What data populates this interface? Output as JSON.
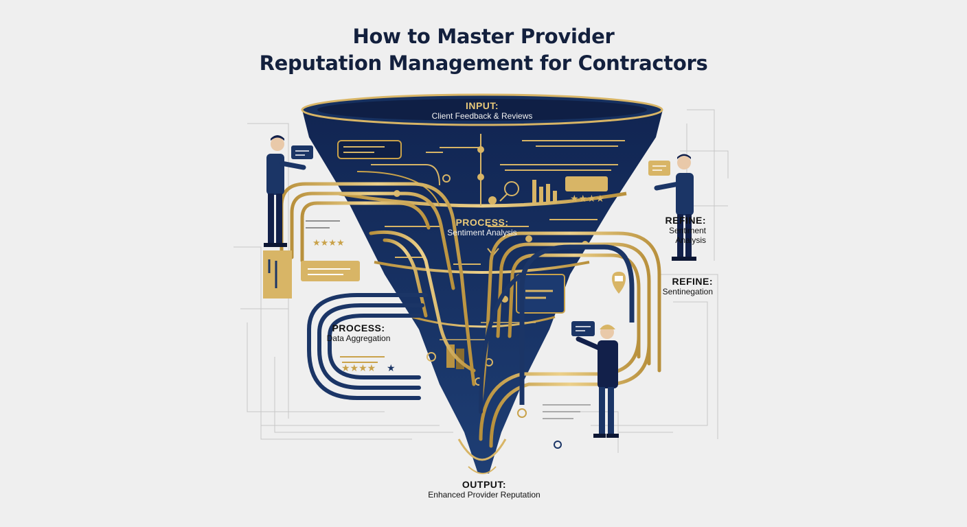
{
  "title": {
    "line1": "How to Master Provider",
    "line2": "Reputation Management for Contractors"
  },
  "stages": {
    "input": {
      "heading": "INPUT:",
      "text": "Client Feedback & Reviews"
    },
    "process1": {
      "heading": "PROCESS:",
      "text": "Sentiment Analysis"
    },
    "process2": {
      "heading": "PROCESS:",
      "text": "Data Aggregation"
    },
    "refine1": {
      "heading": "REFINE:",
      "text": "Sentiment Analysis"
    },
    "refine2": {
      "heading": "REFINE:",
      "text": "Sentinegation"
    },
    "output": {
      "heading": "OUTPUT:",
      "text": "Enhanced Provider Reputation"
    }
  },
  "colors": {
    "navy": "#1b3566",
    "navy_dark": "#0f1f45",
    "gold": "#c9a24a",
    "gold_light": "#e3c57c",
    "background": "#efefef"
  },
  "icons": [
    "person-icon",
    "chat-bubble-icon",
    "star-rating-icon",
    "bar-chart-icon",
    "location-pin-icon",
    "hardhat-worker-icon"
  ]
}
